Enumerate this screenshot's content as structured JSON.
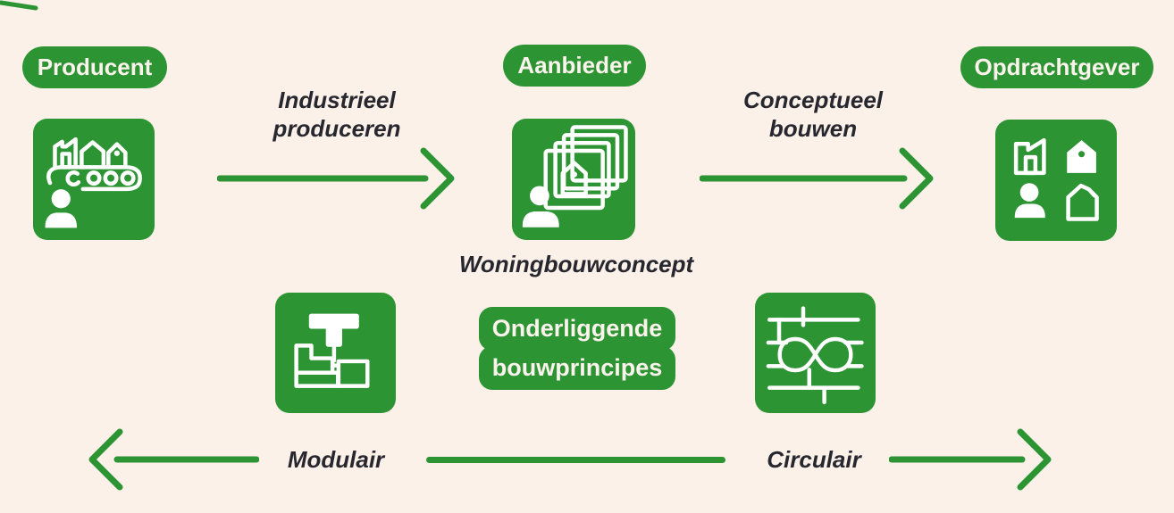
{
  "palette": {
    "green": "#2D9434",
    "background": "#FCF1E8",
    "dark_text": "#272730",
    "pill_text": "#FCF3EC",
    "icon_white": "#FFFFFF"
  },
  "actors": [
    {
      "label": "Producent",
      "icon": "factory-conveyor-icon"
    },
    {
      "label": "Aanbieder",
      "icon": "concept-cards-icon",
      "caption": "Woningbouwconcept"
    },
    {
      "label": "Opdrachtgever",
      "icon": "client-overview-icon"
    }
  ],
  "processes": [
    {
      "line1": "Industrieel",
      "line2": "produceren"
    },
    {
      "line1": "Conceptueel",
      "line2": "bouwen"
    }
  ],
  "principles": {
    "badge": {
      "line1": "Onderliggende",
      "line2": "bouwprincipes"
    },
    "items": [
      {
        "label": "Modulair",
        "icon": "modular-blocks-icon"
      },
      {
        "label": "Circulair",
        "icon": "circular-floors-icon"
      }
    ]
  }
}
